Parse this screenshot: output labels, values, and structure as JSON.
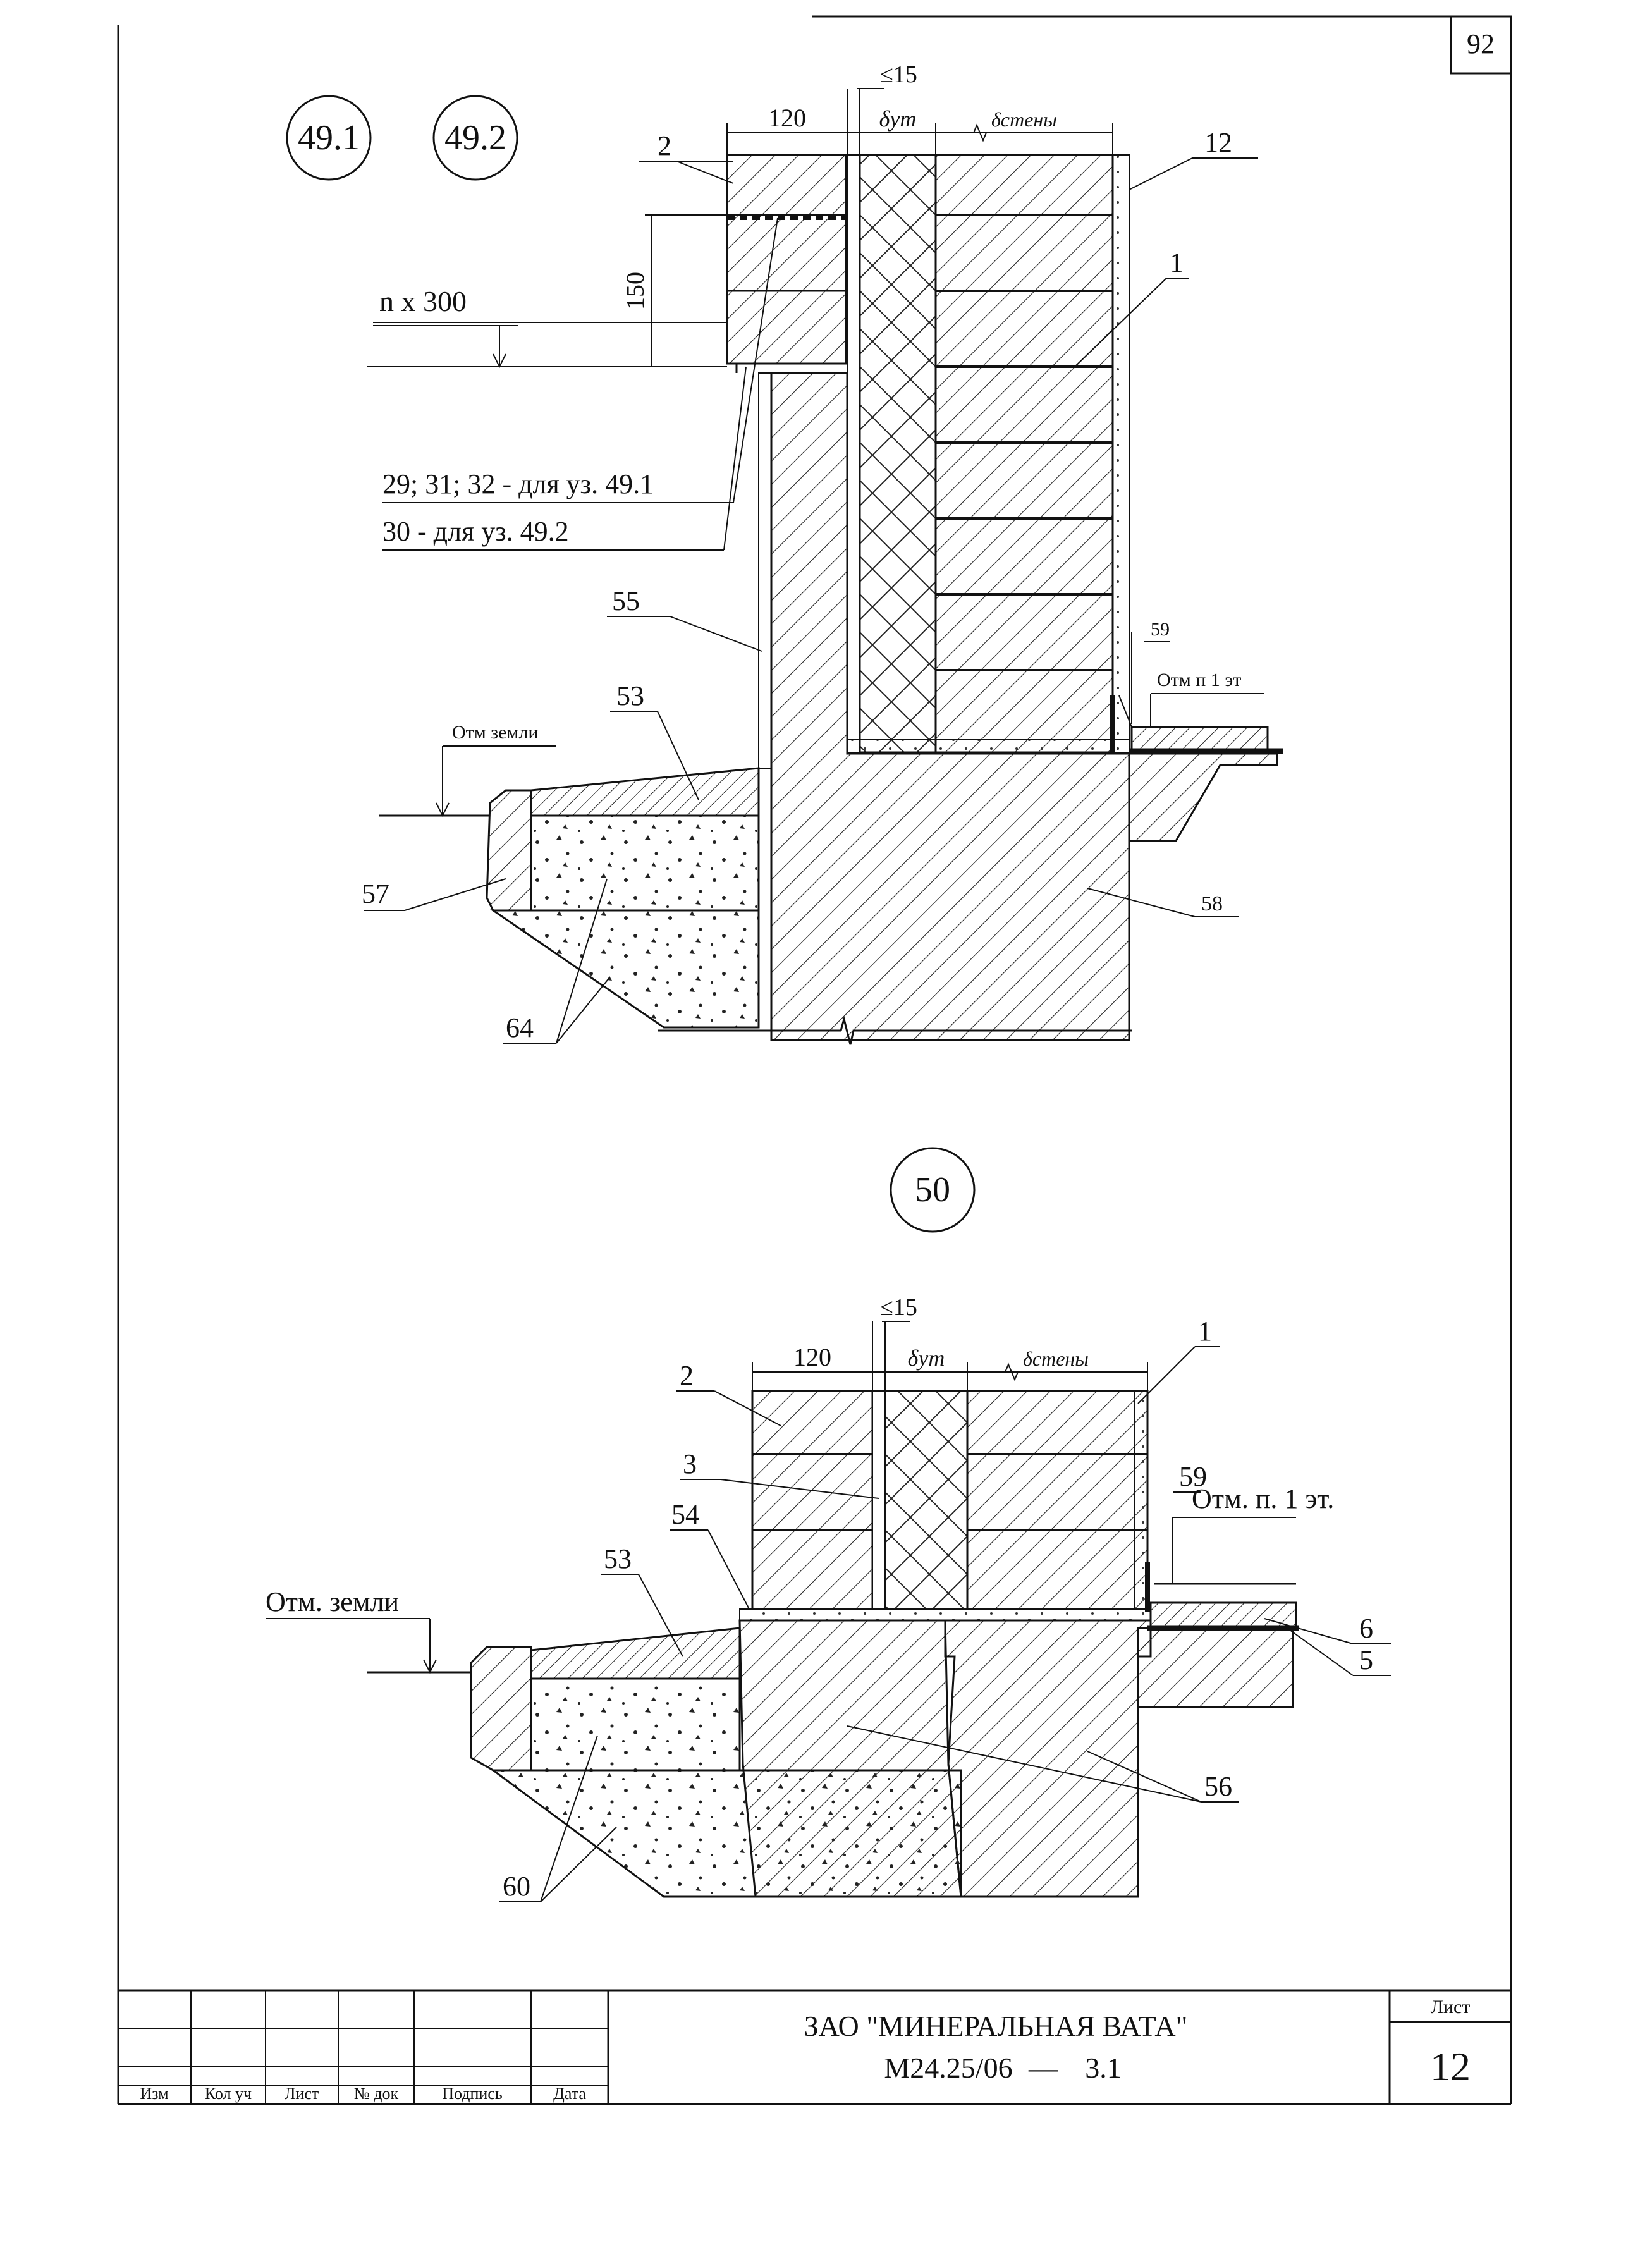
{
  "sheet": {
    "page_number": "92",
    "company": "ЗАО \"МИНЕРАЛЬНАЯ ВАТА\"",
    "code": "М24.25/06",
    "dash": "—",
    "part": "3.1",
    "list_label": "Лист",
    "list_number": "12",
    "stamp_headers": [
      "Изм",
      "Кол уч",
      "Лист",
      "№ док",
      "Подпись",
      "Дата"
    ]
  },
  "detail_49": {
    "node_a": "49.1",
    "node_b": "49.2",
    "dim_120": "120",
    "dim_15": "≤15",
    "dim_ut": "δут",
    "dim_wall": "δстены",
    "dim_150": "150",
    "level_step": "n x 300",
    "note_1": "29; 31; 32 - для уз. 49.1",
    "note_2": "30 - для уз. 49.2",
    "ground_mark": "Отм земли",
    "floor_mark": "Отм п 1 эт",
    "callouts": {
      "c2": "2",
      "c12": "12",
      "c1": "1",
      "c55": "55",
      "c53": "53",
      "c59": "59",
      "c57": "57",
      "c58": "58",
      "c64": "64"
    }
  },
  "detail_50": {
    "node": "50",
    "dim_120": "120",
    "dim_15": "≤15",
    "dim_ut": "δут",
    "dim_wall": "δстены",
    "ground_mark": "Отм. земли",
    "floor_mark": "Отм. п. 1 эт.",
    "callouts": {
      "c1": "1",
      "c2": "2",
      "c3": "3",
      "c54": "54",
      "c53": "53",
      "c59": "59",
      "c6": "6",
      "c5": "5",
      "c56": "56",
      "c60": "60"
    }
  }
}
